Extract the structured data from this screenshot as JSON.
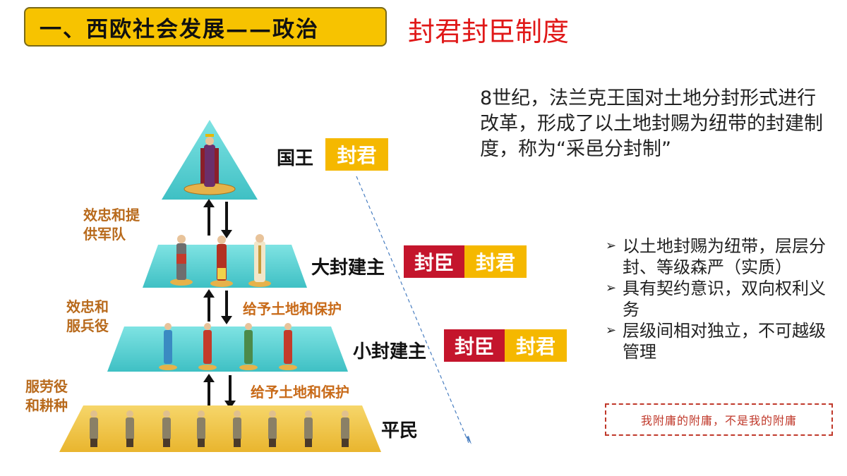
{
  "header": {
    "title": "一、西欧社会发展——政治",
    "subtitle": "封君封臣制度"
  },
  "intro_text": "8世纪，法兰克王国对土地分封形式进行改革，形成了以土地封赐为纽带的封建制度，称为“采邑分封制”",
  "bullets": [
    "以土地封赐为纽带，层层分封、等级森严（实质）",
    "具有契约意识，双向权利义务",
    "层级间相对独立，不可越级管理"
  ],
  "note": "我附庸的附庸，不是我的附庸",
  "pyramid": {
    "levels": [
      {
        "rank": "国王",
        "tags": [
          "封君"
        ]
      },
      {
        "rank": "大封建主",
        "tags": [
          "封臣",
          "封君"
        ]
      },
      {
        "rank": "小封建主",
        "tags": [
          "封臣",
          "封君"
        ]
      },
      {
        "rank": "平民",
        "tags": []
      }
    ],
    "duties": [
      "效忠和提供军队",
      "效忠和服兵役",
      "服劳役和耕种"
    ],
    "duty_lines": [
      [
        "效忠和提",
        "供军队"
      ],
      [
        "效忠和",
        "服兵役"
      ],
      [
        "服劳役",
        "和耕种"
      ]
    ],
    "grants": [
      "给予土地和保护",
      "给予土地和保护"
    ]
  },
  "colors": {
    "title_bg": "#f7c300",
    "subtitle": "#e01818",
    "lord_tag": "#f5b800",
    "vassal_tag": "#c4152c",
    "pyramid_teal": "#4fd0d0",
    "pyramid_base": "#f2c744",
    "duty_text": "#b86a1c",
    "note_border": "#c0392b"
  },
  "icons": [
    "king-figure",
    "noble-figure",
    "knight-figure",
    "peasant-figure",
    "up-arrow-icon",
    "down-arrow-icon",
    "list-arrow-icon"
  ]
}
